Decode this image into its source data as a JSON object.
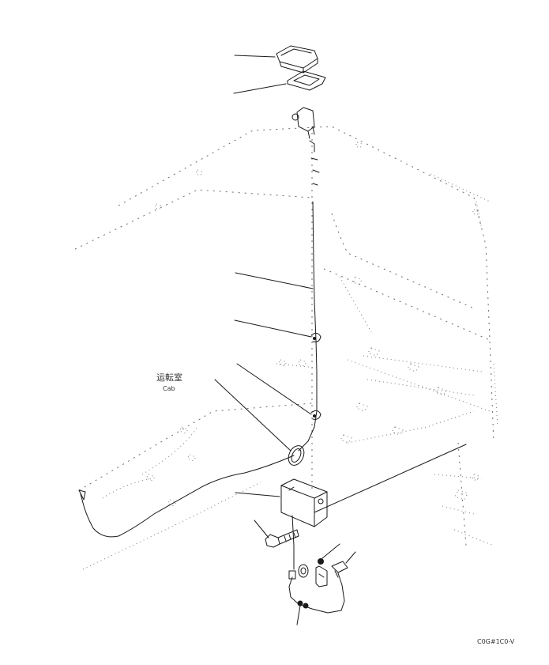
{
  "figure": {
    "cab_label_jp": "运転室",
    "cab_label_en": "Cab",
    "drawing_code": "C0G#1C0-V"
  },
  "parts": [
    {
      "name": "switch-cover"
    },
    {
      "name": "switch-gasket"
    },
    {
      "name": "switch-bracket"
    },
    {
      "name": "wiring-harness"
    },
    {
      "name": "harness-clip-upper"
    },
    {
      "name": "harness-clip-lower"
    },
    {
      "name": "harness-loop"
    },
    {
      "name": "control-box"
    },
    {
      "name": "mounting-bolt"
    },
    {
      "name": "nut"
    },
    {
      "name": "connector"
    }
  ]
}
